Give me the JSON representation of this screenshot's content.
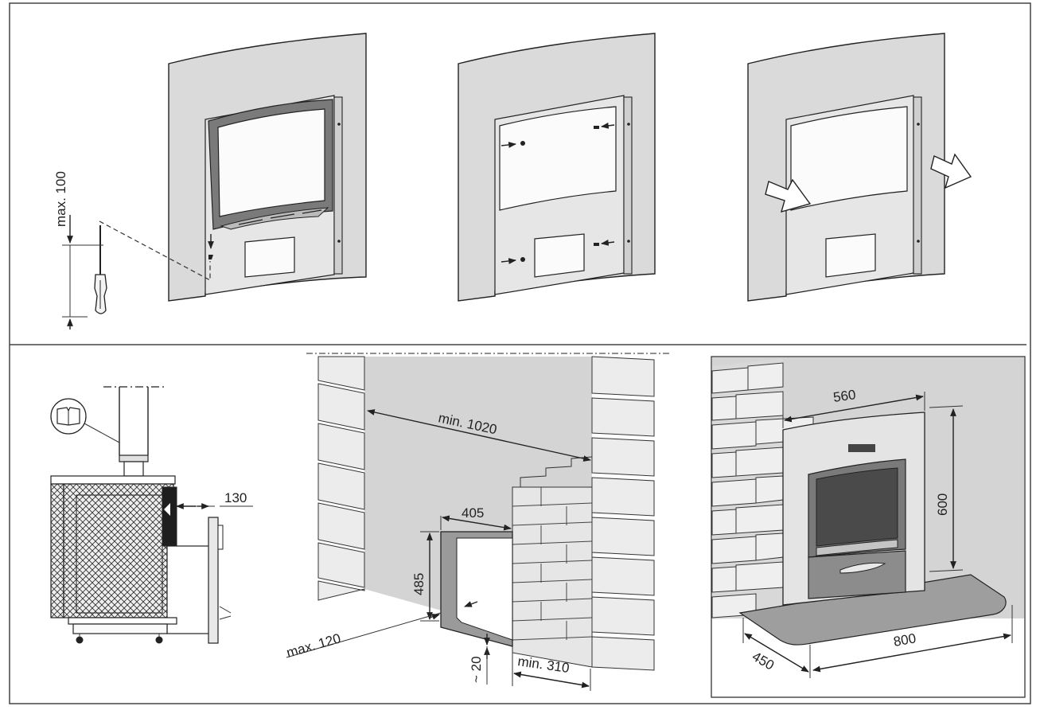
{
  "labels": {
    "max100": "max. 100",
    "min1020": "min. 1020",
    "d405": "405",
    "d485": "485",
    "max120": "max. 120",
    "d20": "~ 20",
    "min310": "min. 310",
    "d130": "130",
    "d560": "560",
    "d600": "600",
    "d450": "450",
    "d800": "800"
  },
  "colors": {
    "panel": "#dadada",
    "wall": "#d4d4d4",
    "frame": "#7a7a7a",
    "line": "#222222"
  },
  "icons": [
    "screwdriver-icon",
    "manual-book-icon",
    "arrow-icon"
  ]
}
